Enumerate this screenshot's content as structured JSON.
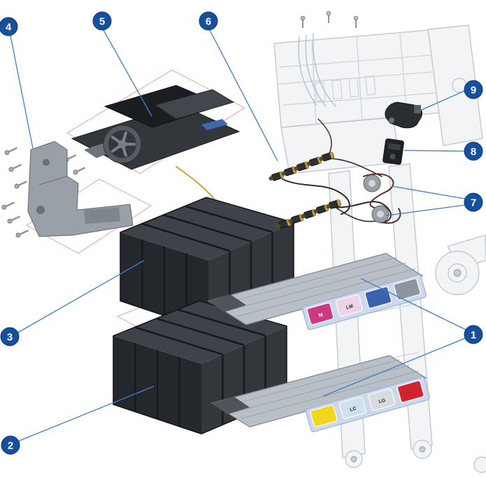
{
  "callouts": [
    {
      "number": "1"
    },
    {
      "number": "2"
    },
    {
      "number": "3"
    },
    {
      "number": "4"
    },
    {
      "number": "5"
    },
    {
      "number": "6"
    },
    {
      "number": "7"
    },
    {
      "number": "8"
    },
    {
      "number": "9"
    }
  ],
  "colors": {
    "callout_fill": "#164f9e",
    "callout_stroke": "#0d3b7d",
    "leader": "#3f7fc4",
    "placement_outline": "#f2a9a2"
  },
  "ink_slots": {
    "upper": [
      {
        "label": "M",
        "color": "#cb3b85"
      },
      {
        "label": "LM",
        "color": "#f0d3e3"
      },
      {
        "label": "",
        "color": "#3a62ae"
      },
      {
        "label": "",
        "color": "#8f959c"
      }
    ],
    "lower": [
      {
        "label": "",
        "color": "#f3d51c"
      },
      {
        "label": "LC",
        "color": "#cfe0ee"
      },
      {
        "label": "LG",
        "color": "#d8dbde"
      },
      {
        "label": "",
        "color": "#cf2330"
      }
    ]
  }
}
